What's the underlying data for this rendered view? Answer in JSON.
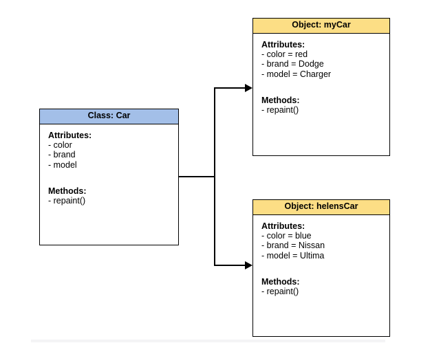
{
  "diagram": {
    "class_box": {
      "title": "Class: Car",
      "attributes_label": "Attributes:",
      "attributes": [
        "- color",
        "- brand",
        "- model"
      ],
      "methods_label": "Methods:",
      "methods": [
        "- repaint()"
      ]
    },
    "object_boxes": [
      {
        "title": "Object: myCar",
        "attributes_label": "Attributes:",
        "attributes": [
          "- color = red",
          "- brand = Dodge",
          "- model = Charger"
        ],
        "methods_label": "Methods:",
        "methods": [
          "- repaint()"
        ]
      },
      {
        "title": "Object: helensCar",
        "attributes_label": "Attributes:",
        "attributes": [
          "- color = blue",
          "- brand = Nissan",
          "- model = Ultima"
        ],
        "methods_label": "Methods:",
        "methods": [
          "- repaint()"
        ]
      }
    ],
    "colors": {
      "class_header": "#A3BFE8",
      "object_header": "#FCDE85",
      "connector": "#000000",
      "border": "#000000",
      "background": "#FFFFFF"
    }
  }
}
